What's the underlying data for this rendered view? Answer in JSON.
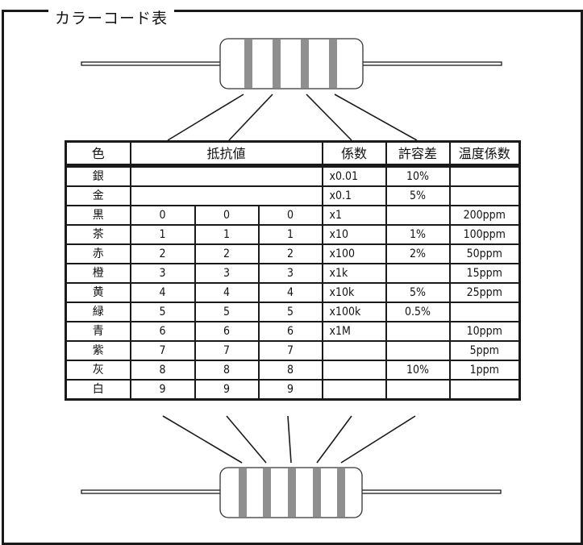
{
  "title": "カラーコード表",
  "colors": {
    "line": "#1a1a1a",
    "band": "#8f8f8f",
    "body_fill": "#ffffff"
  },
  "table": {
    "headers": {
      "color": "色",
      "resistance": "抵抗値",
      "multiplier": "係数",
      "tolerance": "許容差",
      "tempco": "温度係数"
    },
    "rows": [
      {
        "color": "銀",
        "d1": "",
        "d2": "",
        "d3": "",
        "multiplier": "x0.01",
        "tolerance": "10%",
        "tempco": "",
        "merged": true
      },
      {
        "color": "金",
        "d1": "",
        "d2": "",
        "d3": "",
        "multiplier": "x0.1",
        "tolerance": "5%",
        "tempco": "",
        "merged": true
      },
      {
        "color": "黒",
        "d1": "0",
        "d2": "0",
        "d3": "0",
        "multiplier": "x1",
        "tolerance": "",
        "tempco": "200ppm"
      },
      {
        "color": "茶",
        "d1": "1",
        "d2": "1",
        "d3": "1",
        "multiplier": "x10",
        "tolerance": "1%",
        "tempco": "100ppm"
      },
      {
        "color": "赤",
        "d1": "2",
        "d2": "2",
        "d3": "2",
        "multiplier": "x100",
        "tolerance": "2%",
        "tempco": "50ppm"
      },
      {
        "color": "橙",
        "d1": "3",
        "d2": "3",
        "d3": "3",
        "multiplier": "x1k",
        "tolerance": "",
        "tempco": "15ppm"
      },
      {
        "color": "黄",
        "d1": "4",
        "d2": "4",
        "d3": "4",
        "multiplier": "x10k",
        "tolerance": "5%",
        "tempco": "25ppm"
      },
      {
        "color": "緑",
        "d1": "5",
        "d2": "5",
        "d3": "5",
        "multiplier": "x100k",
        "tolerance": "0.5%",
        "tempco": ""
      },
      {
        "color": "青",
        "d1": "6",
        "d2": "6",
        "d3": "6",
        "multiplier": "x1M",
        "tolerance": "",
        "tempco": "10ppm"
      },
      {
        "color": "紫",
        "d1": "7",
        "d2": "7",
        "d3": "7",
        "multiplier": "",
        "tolerance": "",
        "tempco": "5ppm"
      },
      {
        "color": "灰",
        "d1": "8",
        "d2": "8",
        "d3": "8",
        "multiplier": "",
        "tolerance": "10%",
        "tempco": "1ppm"
      },
      {
        "color": "白",
        "d1": "9",
        "d2": "9",
        "d3": "9",
        "multiplier": "",
        "tolerance": "",
        "tempco": ""
      }
    ]
  },
  "resistors": {
    "top": {
      "bands": 4
    },
    "bottom": {
      "bands": 5
    }
  }
}
